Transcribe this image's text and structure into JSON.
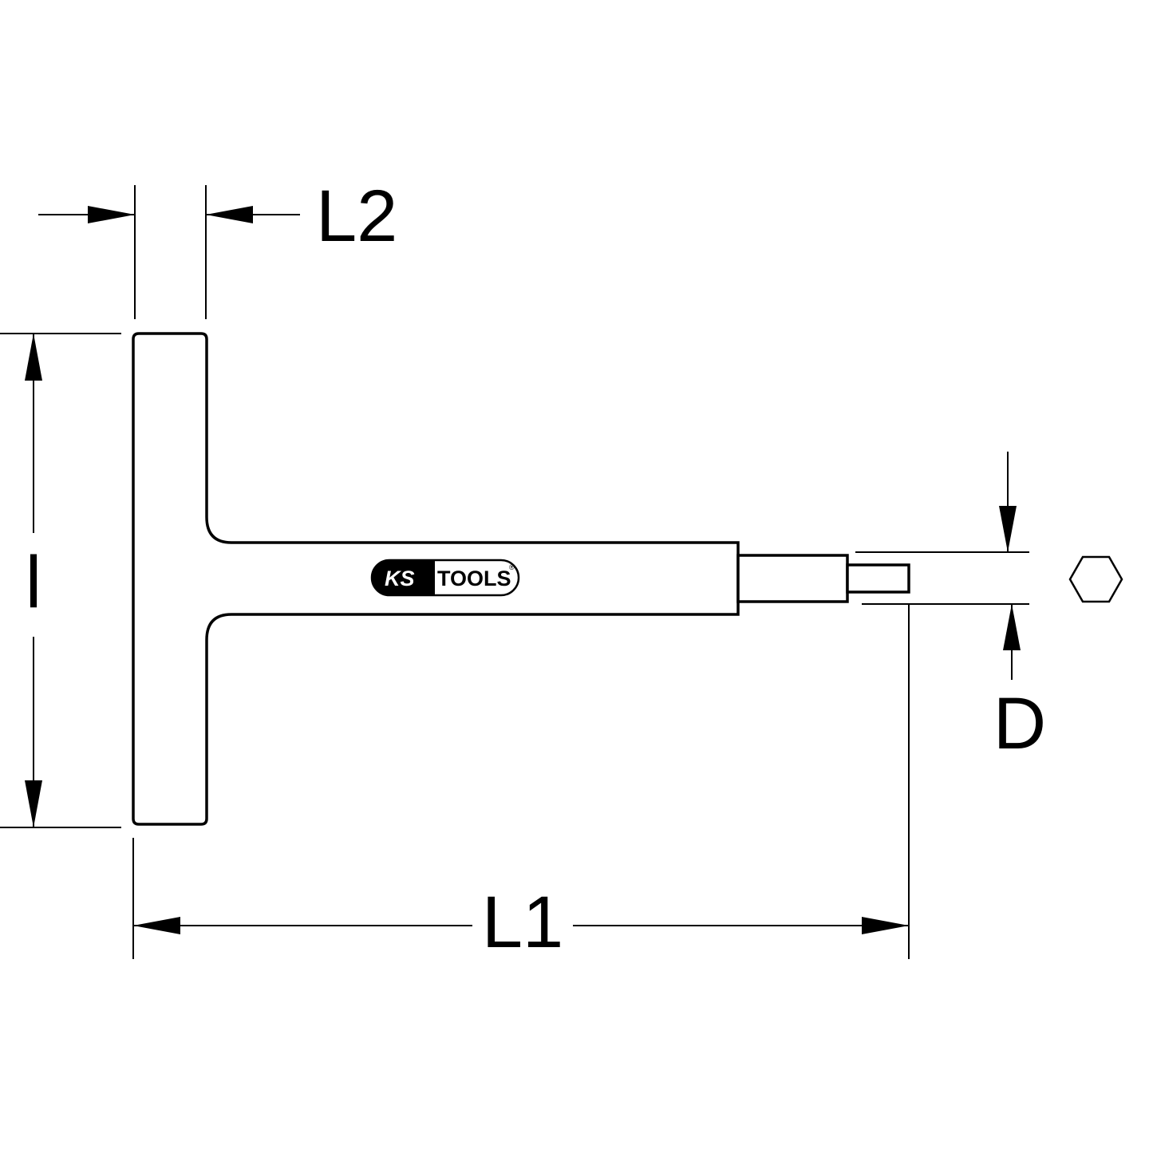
{
  "labels": {
    "l2": "L2",
    "l": "l",
    "d": "D",
    "l1": "L1"
  },
  "logo": {
    "brand_left": "KS",
    "brand_right": "TOOLS",
    "mark": "®"
  },
  "icons": {
    "hex_profile": "hexagon-icon"
  },
  "colors": {
    "line": "#000000",
    "background": "#ffffff"
  }
}
